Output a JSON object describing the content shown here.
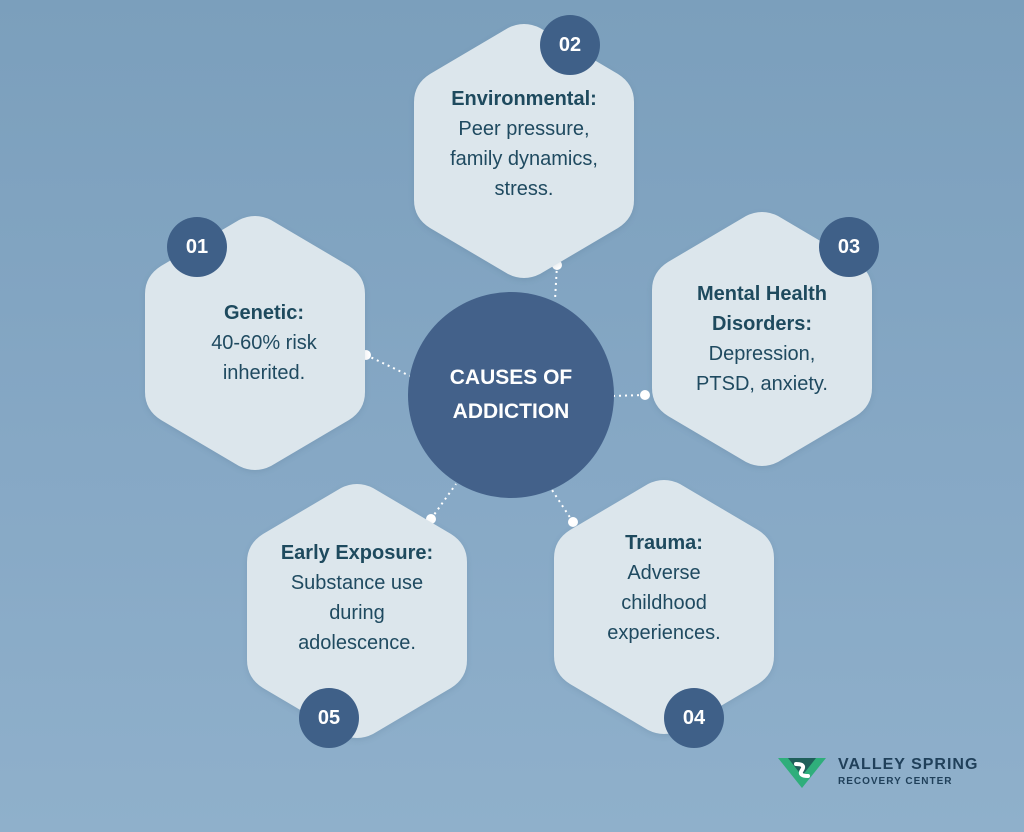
{
  "title": "CAUSES OF ADDICTION",
  "causes": [
    {
      "number": "01",
      "title": "Genetic:",
      "description": "40-60% risk inherited."
    },
    {
      "number": "02",
      "title": "Environmental:",
      "description": "Peer pressure, family dynamics, stress."
    },
    {
      "number": "03",
      "title": "Mental Health Disorders:",
      "description": "Depression, PTSD, anxiety."
    },
    {
      "number": "04",
      "title": "Trauma:",
      "description": "Adverse childhood experiences."
    },
    {
      "number": "05",
      "title": "Early Exposure:",
      "description": "Substance use during adolescence."
    }
  ],
  "logo": {
    "name": "VALLEY SPRING",
    "subtitle": "RECOVERY CENTER"
  },
  "colors": {
    "background": "#7ea2bf",
    "hexagon": "#dce6ec",
    "badge": "#3f6088",
    "center": "#43618a",
    "text": "#1e4a5e",
    "logo_green": "#2fae7b"
  }
}
